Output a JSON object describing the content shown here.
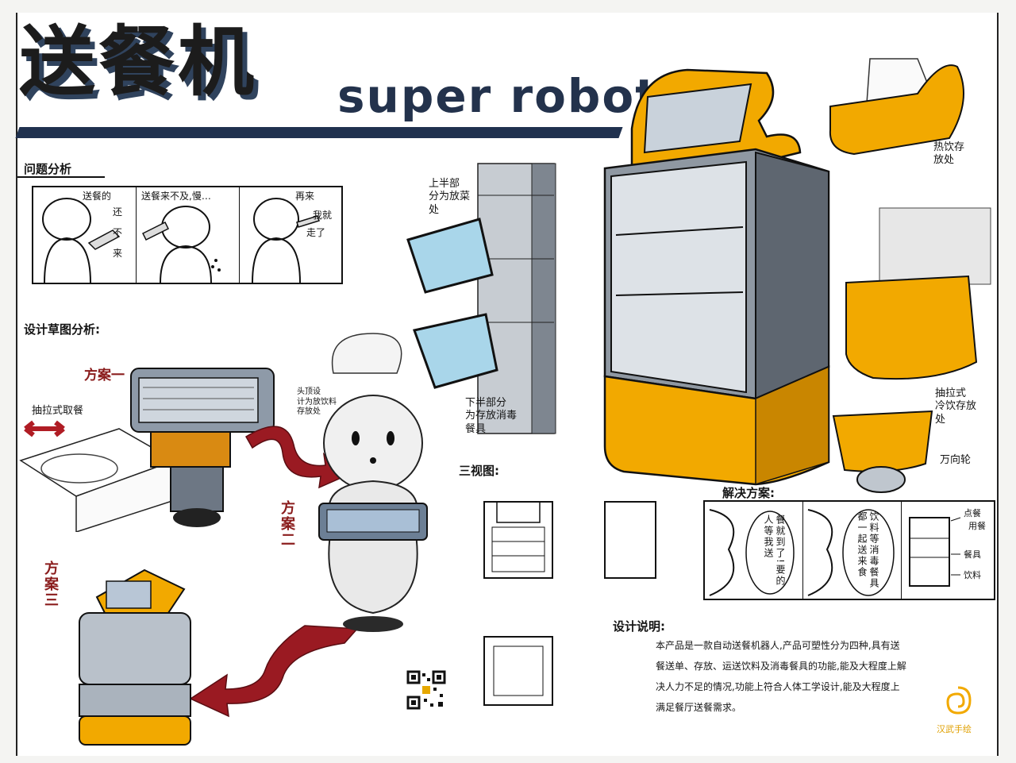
{
  "title": {
    "cn": "送餐机",
    "en": "super robot"
  },
  "sections": {
    "problem": "问题分析",
    "design": "设计草图分析:",
    "three_view": "三视图:",
    "solution": "解决方案:",
    "description_title": "设计说明:"
  },
  "problem_panels": [
    {
      "text": [
        "送餐的",
        "还",
        "不",
        "来"
      ]
    },
    {
      "text": [
        "送餐来不及,慢…"
      ]
    },
    {
      "text": [
        "再来",
        "我就",
        "走了"
      ]
    }
  ],
  "schemes": {
    "one": "方案一",
    "two": "方案二",
    "three": "方案三"
  },
  "labels": {
    "pull_out_tray": "抽拉式取餐",
    "head_drink": "头顶设\n计为放饮料\n存放处",
    "upper_part": "上半部\n分为放菜\n处",
    "lower_part": "下半部分\n为存放消毒\n餐具",
    "hot_drink": "热饮存\n放处",
    "pull_drawer": "抽拉式\n冷饮存放\n处",
    "universal_wheel": "万向轮"
  },
  "solution_panels": [
    {
      "text": "餐就到了!要的人等我送"
    },
    {
      "text": "饮料等消毒餐具都一起送来食"
    },
    {
      "items": [
        "点餐",
        "用餐",
        "餐具",
        "饮料"
      ]
    }
  ],
  "description": "本产品是一款自动送餐机器人,产品可塑性分为四种,具有送餐送单、存放、运送饮料及消毒餐具的功能,能及大程度上解决人力不足的情况,功能上符合人体工学设计,能及大程度上满足餐厅送餐需求。",
  "brand": "汉武手绘",
  "colors": {
    "accent": "#f2a900",
    "navy": "#20314f",
    "red": "#9a1a22"
  }
}
